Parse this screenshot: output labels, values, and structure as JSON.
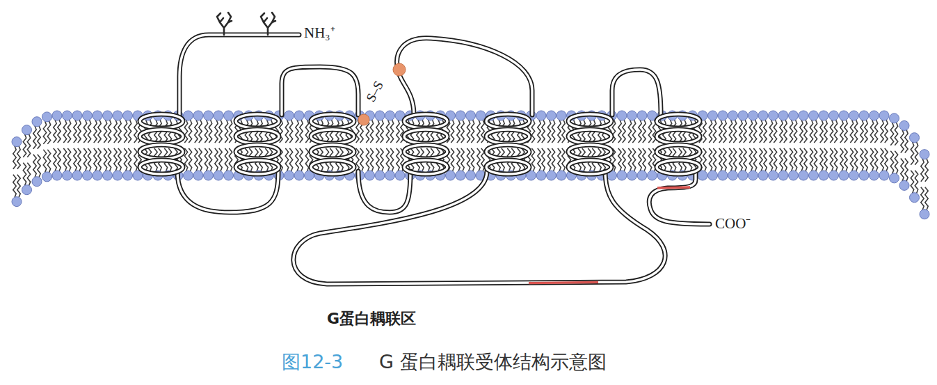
{
  "diagram": {
    "caption": "G 蛋白耦联受体结构示意图",
    "labels": [
      "NH₃⁺",
      "S–S",
      "COO⁻",
      "G蛋白耦联区",
      "图12-3"
    ]
  }
}
